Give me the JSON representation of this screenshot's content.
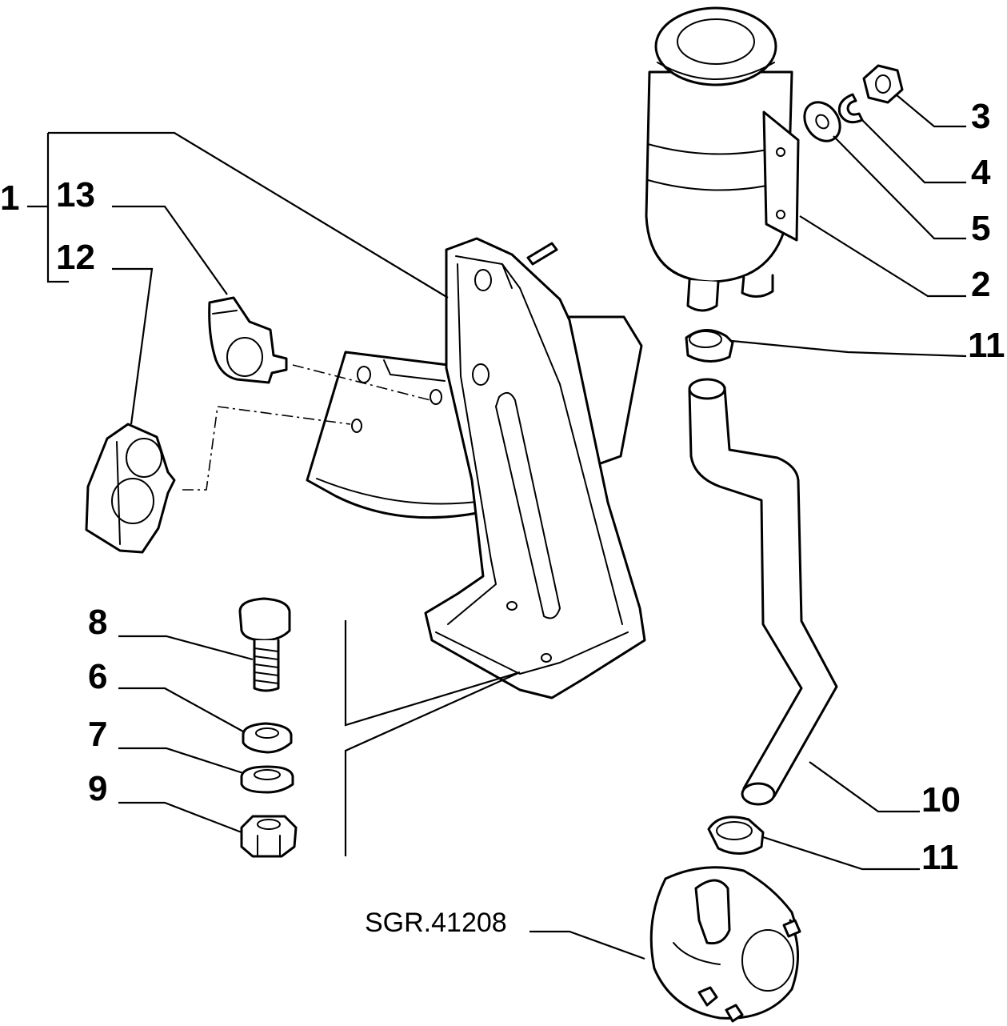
{
  "callouts": {
    "c1": "1",
    "c2": "2",
    "c3": "3",
    "c4": "4",
    "c5": "5",
    "c6": "6",
    "c7": "7",
    "c8": "8",
    "c9": "9",
    "c10": "10",
    "c11_top": "11",
    "c11_bottom": "11",
    "c12": "12",
    "c13": "13"
  },
  "reference_code": "SGR.41208"
}
